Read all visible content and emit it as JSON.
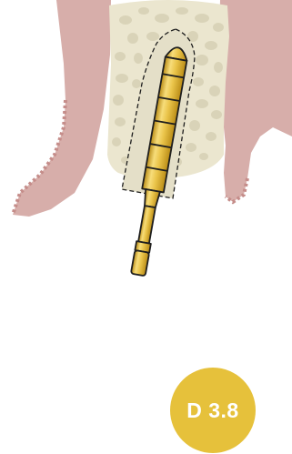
{
  "badge": {
    "label": "D 3.8",
    "color": "#e6c13b",
    "text_color": "#ffffff"
  },
  "colors": {
    "gum": "#d7aeaa",
    "gum_edge": "#c58d8a",
    "bone": "#ebe6cf",
    "bone_pore": "#d9d3b8",
    "drill_light": "#f7dd7a",
    "drill_mid": "#e8b934",
    "drill_dark": "#b88a14",
    "outline": "#1e1e1e"
  },
  "icons": {
    "drill": "osteotomy-drill-icon",
    "bone": "bone-cross-section",
    "gum": "gingiva-tissue"
  }
}
